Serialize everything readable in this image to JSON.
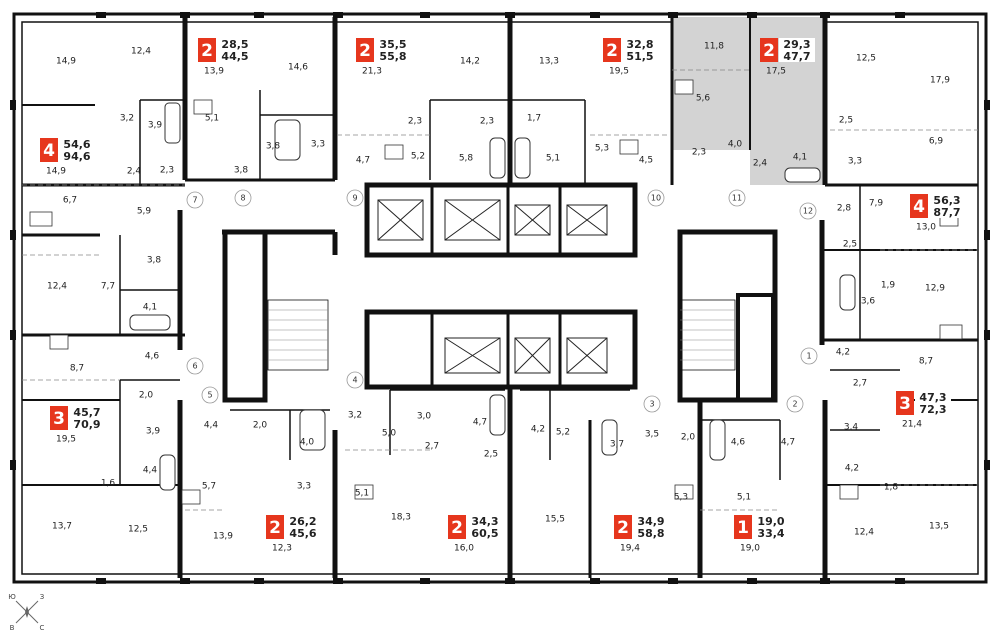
{
  "accent_color": "#e6361d",
  "highlight_color": "#d3d3d3",
  "compass": {
    "w": "Ю",
    "e": "З",
    "s": "В",
    "n": "С"
  },
  "apartments": [
    {
      "id": "a1",
      "rooms": "2",
      "area_living": "28,5",
      "area_total": "44,5",
      "sub": "13,9"
    },
    {
      "id": "a2",
      "rooms": "2",
      "area_living": "35,5",
      "area_total": "55,8",
      "sub": "21,3"
    },
    {
      "id": "a3",
      "rooms": "2",
      "area_living": "32,8",
      "area_total": "51,5",
      "sub": "19,5"
    },
    {
      "id": "a4",
      "rooms": "2",
      "area_living": "29,3",
      "area_total": "47,7",
      "sub": "17,5",
      "highlighted": true
    },
    {
      "id": "a5",
      "rooms": "4",
      "area_living": "54,6",
      "area_total": "94,6",
      "sub": "14,9"
    },
    {
      "id": "a6",
      "rooms": "4",
      "area_living": "56,3",
      "area_total": "87,7",
      "sub": "13,0"
    },
    {
      "id": "a7",
      "rooms": "3",
      "area_living": "45,7",
      "area_total": "70,9",
      "sub": "19,5"
    },
    {
      "id": "a8",
      "rooms": "3",
      "area_living": "47,3",
      "area_total": "72,3",
      "sub": "21,4"
    },
    {
      "id": "a9",
      "rooms": "2",
      "area_living": "26,2",
      "area_total": "45,6",
      "sub": "12,3"
    },
    {
      "id": "a10",
      "rooms": "2",
      "area_living": "34,3",
      "area_total": "60,5",
      "sub": "16,0"
    },
    {
      "id": "a11",
      "rooms": "2",
      "area_living": "34,9",
      "area_total": "58,8",
      "sub": "19,4"
    },
    {
      "id": "a12",
      "rooms": "1",
      "area_living": "19,0",
      "area_total": "33,4",
      "sub": "19,0"
    }
  ],
  "room_labels": [
    "14,9",
    "12,4",
    "14,6",
    "14,2",
    "13,3",
    "11,8",
    "12,5",
    "17,9",
    "3,2",
    "3,9",
    "5,1",
    "3,8",
    "3,3",
    "4,7",
    "2,3",
    "2,3",
    "1,7",
    "5,2",
    "5,8",
    "5,1",
    "5,3",
    "4,5",
    "5,6",
    "2,3",
    "4,0",
    "2,4",
    "4,1",
    "2,5",
    "3,3",
    "6,9",
    "2,4",
    "2,3",
    "3,8",
    "6,7",
    "5,9",
    "2,8",
    "7,9",
    "2,5",
    "3,8",
    "12,4",
    "7,7",
    "4,1",
    "1,9",
    "3,6",
    "12,9",
    "4,6",
    "8,7",
    "4,2",
    "8,7",
    "2,0",
    "3,9",
    "4,4",
    "2,0",
    "4,0",
    "3,2",
    "3,0",
    "4,7",
    "4,2",
    "5,2",
    "3,7",
    "3,5",
    "2,0",
    "4,6",
    "4,7",
    "2,7",
    "3,4",
    "5,0",
    "2,7",
    "2,5",
    "4,4",
    "4,2",
    "1,6",
    "5,7",
    "3,3",
    "5,1",
    "5,3",
    "5,1",
    "1,8",
    "13,7",
    "12,5",
    "13,9",
    "18,3",
    "15,5",
    "12,4",
    "13,5"
  ],
  "entrance_numbers": [
    "7",
    "8",
    "9",
    "10",
    "11",
    "12",
    "1",
    "2",
    "3",
    "4",
    "5",
    "6"
  ]
}
